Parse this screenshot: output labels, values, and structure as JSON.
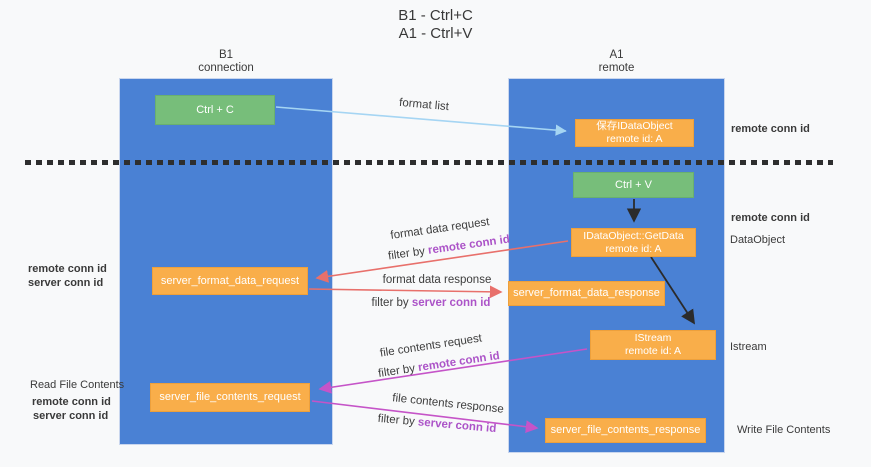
{
  "title": {
    "line1": "B1 - Ctrl+C",
    "line2": "A1 - Ctrl+V"
  },
  "lifelines": {
    "left": {
      "name": "B1",
      "role": "connection"
    },
    "right": {
      "name": "A1",
      "role": "remote"
    }
  },
  "boxes": {
    "ctrl_c": {
      "label": "Ctrl + C"
    },
    "save_dataobject": {
      "line1": "保存IDataObject",
      "line2": "remote id: A"
    },
    "ctrl_v": {
      "label": "Ctrl + V"
    },
    "getdata": {
      "line1": "IDataObject::GetData",
      "line2": "remote id: A"
    },
    "istream": {
      "line1": "IStream",
      "line2": "remote id: A"
    },
    "format_request": {
      "label": "server_format_data_request"
    },
    "format_response": {
      "label": "server_format_data_response"
    },
    "file_request": {
      "label": "server_file_contents_request"
    },
    "file_response": {
      "label": "server_file_contents_response"
    }
  },
  "flow_labels": {
    "format_list": "format list",
    "format_data_request": "format data request",
    "format_data_response": "format data response",
    "file_contents_request": "file contents request",
    "file_contents_response": "file contents response",
    "filter_by": "filter by ",
    "remote_conn_id": "remote conn id",
    "server_conn_id": "server conn id"
  },
  "annotations": {
    "left": {
      "remote_conn_id_1": "remote conn id",
      "server_conn_id_1": "server conn id",
      "read_file_contents": "Read File Contents",
      "remote_conn_id_2": "remote conn id",
      "server_conn_id_2": "server conn id"
    },
    "right": {
      "remote_conn_id_1": "remote conn id",
      "remote_conn_id_2": "remote conn id",
      "dataobject": "DataObject",
      "istream": "Istream",
      "write_file_contents": "Write File Contents"
    }
  },
  "colors": {
    "lifeline_blue": "#4a81d4",
    "box_green": "#77be7a",
    "box_orange": "#f9ae4a",
    "arrow_light_blue": "#a5d5f3",
    "arrow_red": "#e8706b",
    "arrow_magenta": "#c554c8",
    "arrow_black": "#2b2b2b",
    "text_purple": "#ac54c8",
    "text_green": "#77c177",
    "background": "#f8f9fa"
  }
}
